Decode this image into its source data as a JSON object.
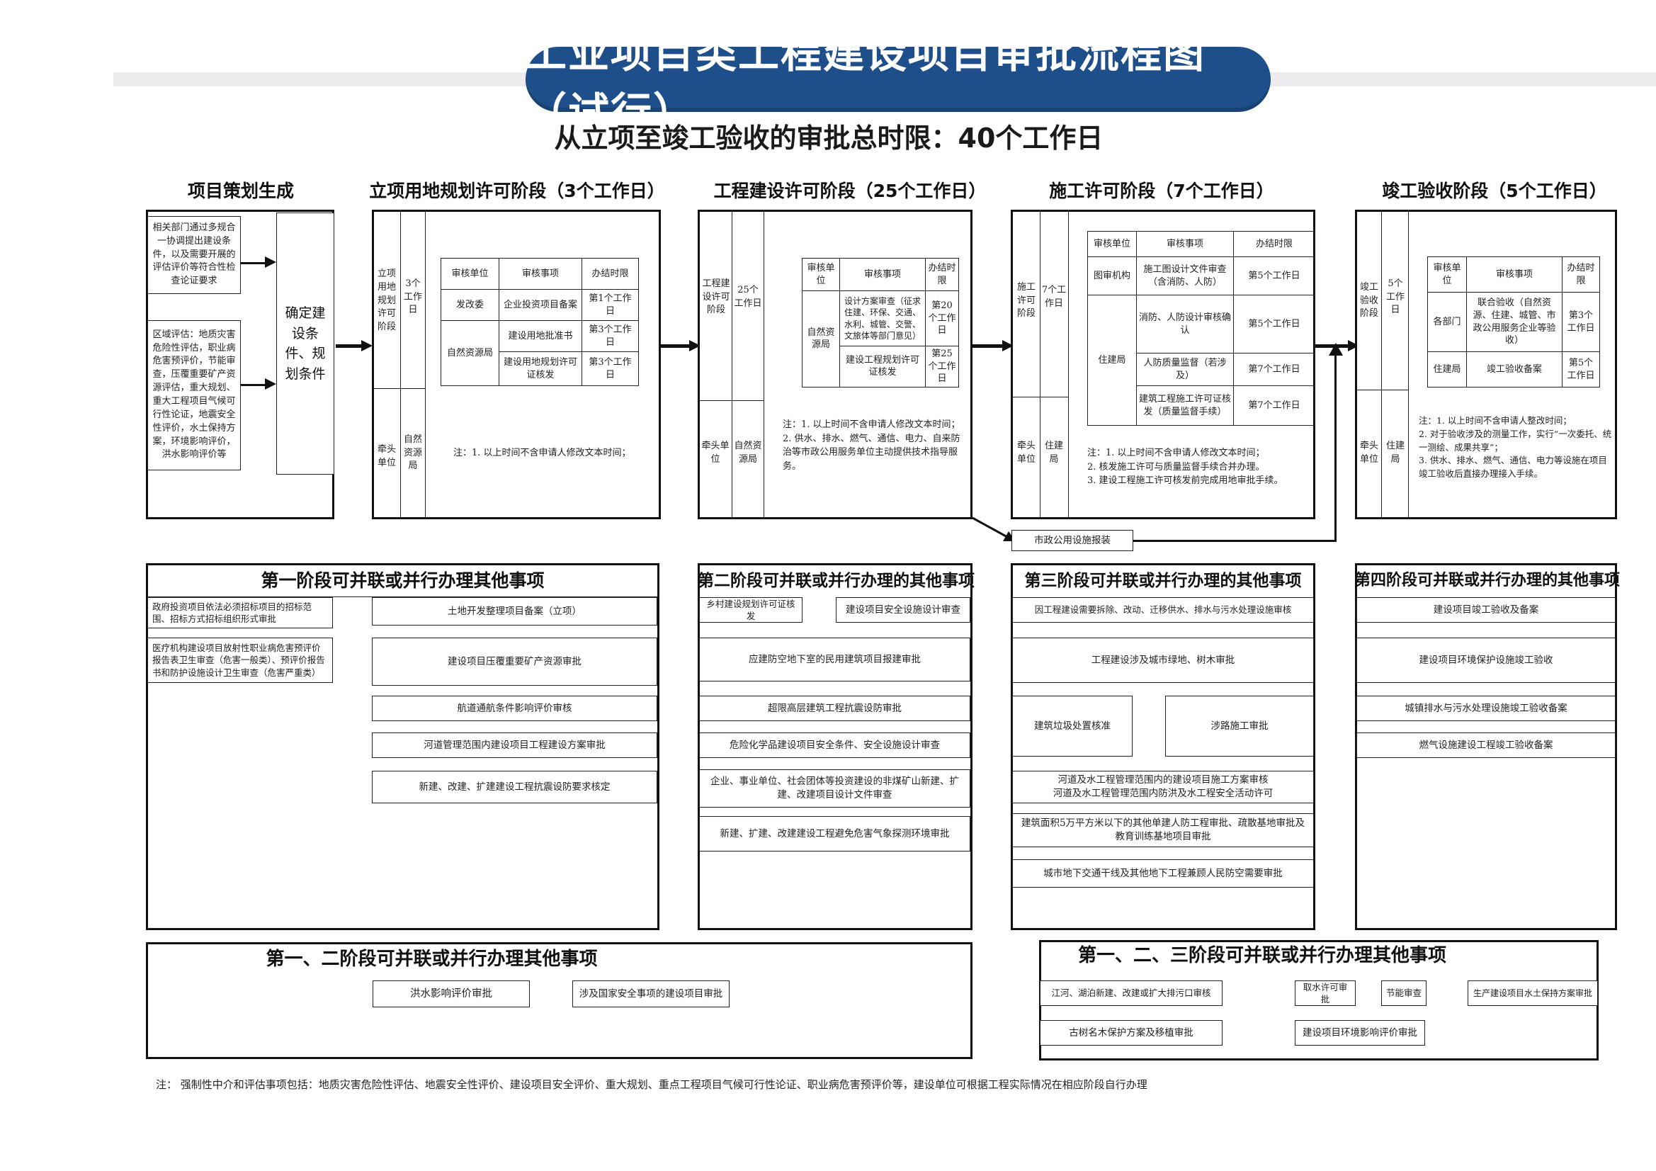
{
  "title": "工业项目类工程建设项目审批流程图（试行）",
  "subtitle": "从立项至竣工验收的审批总时限：40个工作日",
  "stages": {
    "s0": "项目策划生成",
    "s1": "立项用地规划许可阶段（3个工作日）",
    "s2": "工程建设许可阶段（25个工作日）",
    "s3": "施工许可阶段（7个工作日）",
    "s4": "竣工验收阶段（5个工作日）"
  },
  "plan": {
    "box1": "相关部门通过多规合一协调提出建设条件，以及需要开展的评估评价等符合性检查论证要求",
    "box2": "区域评估：地质灾害危险性评估，职业病危害预评价，节能审查，压覆重要矿产资源评估，重大规划、重大工程项目气候可行性论证，地震安全性评价，水土保持方案，环境影响评价，洪水影响评价等",
    "decide": "确定建设条件、规划条件"
  },
  "p1": {
    "side_stage": "立项用地规划许可阶段",
    "side_days": "3个工作日",
    "lead_label": "牵头单位",
    "lead_unit": "自然资源局",
    "headers": [
      "审核单位",
      "审核事项",
      "办结时限"
    ],
    "rows": [
      {
        "unit": "发改委",
        "item": "企业投资项目备案",
        "limit": "第1个工作日"
      },
      {
        "unit": "自然资源局",
        "item": "建设用地批准书",
        "limit": "第3个工作日"
      },
      {
        "unit": "",
        "item": "建设用地规划许可证核发",
        "limit": "第3个工作日"
      }
    ],
    "note": "注：1. 以上时间不含申请人修改文本时间；"
  },
  "p2": {
    "side_stage": "工程建设许可阶段",
    "side_days": "25个工作日",
    "lead_label": "牵头单位",
    "lead_unit": "自然资源局",
    "headers": [
      "审核单位",
      "审核事项",
      "办结时限"
    ],
    "unit": "自然资源局",
    "rows": [
      {
        "item": "设计方案审查（征求住建、环保、交通、水利、城管、交警、文旅体等部门意见）",
        "limit": "第20个工作日"
      },
      {
        "item": "建设工程规划许可证核发",
        "limit": "第25个工作日"
      }
    ],
    "note": "注：1. 以上时间不含申请人修改文本时间；\n2. 供水、排水、燃气、通信、电力、自来防治等市政公用服务单位主动提供技术指导服务。"
  },
  "p3": {
    "side_stage": "施工许可阶段",
    "side_days": "7个工作日",
    "lead_label": "牵头单位",
    "lead_unit": "住建局",
    "headers": [
      "审核单位",
      "审核事项",
      "办结时限"
    ],
    "rows": [
      {
        "unit": "图审机构",
        "item": "施工图设计文件审查（含消防、人防）",
        "limit": "第5个工作日"
      },
      {
        "unit": "住建局",
        "item": "消防、人防设计审核确认",
        "limit": "第5个工作日"
      },
      {
        "unit": "",
        "item": "人防质量监督（若涉及）",
        "limit": "第7个工作日"
      },
      {
        "unit": "",
        "item": "建筑工程施工许可证核发（质量监督手续）",
        "limit": "第7个工作日"
      }
    ],
    "note": "注：1. 以上时间不含申请人修改文本时间；\n2. 核发施工许可与质量监督手续合并办理。\n3. 建设工程施工许可核发前完成用地审批手续。",
    "municipal": "市政公用设施报装"
  },
  "p4": {
    "side_stage": "竣工验收阶段",
    "side_days": "5个工作日",
    "lead_label": "牵头单位",
    "lead_unit": "住建局",
    "headers": [
      "审核单位",
      "审核事项",
      "办结时限"
    ],
    "rows": [
      {
        "unit": "各部门",
        "item": "联合验收（自然资源、住建、城管、市政公用服务企业等验收）",
        "limit": "第3个工作日"
      },
      {
        "unit": "住建局",
        "item": "竣工验收备案",
        "limit": "第5个工作日"
      }
    ],
    "note": "注：1. 以上时间不含申请人整改时间；\n2. 对于验收涉及的测量工作，实行“一次委托、统一测绘、成果共享”；\n3. 供水、排水、燃气、通信、电力等设施在项目竣工验收后直接办理接入手续。"
  },
  "parallel1": {
    "title": "第一阶段可并联或并行办理其他事项",
    "left": [
      "政府投资项目依法必须招标项目的招标范围、招标方式招标组织形式审批",
      "医疗机构建设项目放射性职业病危害预评价报告表卫生审查（危害一般类）、预评价报告书和防护设施设计卫生审查（危害严重类）"
    ],
    "right": [
      "土地开发整理项目备案（立项）",
      "建设项目压覆重要矿产资源审批",
      "航道通航条件影响评价审核",
      "河道管理范围内建设项目工程建设方案审批",
      "新建、改建、扩建建设工程抗震设防要求核定"
    ]
  },
  "parallel2": {
    "title": "第二阶段可并联或并行办理的其他事项",
    "row0": [
      "乡村建设规划许可证核发",
      "建设项目安全设施设计审查"
    ],
    "items": [
      "应建防空地下室的民用建筑项目报建审批",
      "超限高层建筑工程抗震设防审批",
      "危险化学品建设项目安全条件、安全设施设计审查",
      "企业、事业单位、社会团体等投资建设的非煤矿山新建、扩建、改建项目设计文件审查",
      "新建、扩建、改建建设工程避免危害气象探测环境审批"
    ]
  },
  "parallel3": {
    "title": "第三阶段可并联或并行办理的其他事项",
    "items": [
      "因工程建设需要拆除、改动、迁移供水、排水与污水处理设施审核",
      "工程建设涉及城市绿地、树木审批"
    ],
    "pair": [
      "建筑垃圾处置核准",
      "涉路施工审批"
    ],
    "items2": [
      "河道及水工程管理范围内的建设项目施工方案审核\n河道及水工程管理范围内防洪及水工程安全活动许可",
      "建筑面积5万平方米以下的其他单建人防工程审批、疏散基地审批及教育训练基地项目审批",
      "城市地下交通干线及其他地下工程兼顾人民防空需要审批"
    ]
  },
  "parallel4": {
    "title": "第四阶段可并联或并行办理的其他事项",
    "items": [
      "建设项目竣工验收及备案",
      "建设项目环境保护设施竣工验收",
      "城镇排水与污水处理设施竣工验收备案",
      "燃气设施建设工程竣工验收备案"
    ]
  },
  "parallel12": {
    "title": "第一、二阶段可并联或并行办理其他事项",
    "items": [
      "洪水影响评价审批",
      "涉及国家安全事项的建设项目审批"
    ]
  },
  "parallel123": {
    "title": "第一、二、三阶段可并联或并行办理其他事项",
    "row1": [
      "江河、湖泊新建、改建或扩大排污口审核",
      "取水许可审批",
      "节能审查",
      "生产建设项目水土保持方案审批"
    ],
    "row2": [
      "古树名木保护方案及移植审批",
      "建设项目环境影响评价审批"
    ]
  },
  "footnote": "注：  强制性中介和评估事项包括：地质灾害危险性评估、地震安全性评价、建设项目安全评价、重大规划、重点工程项目气候可行性论证、职业病危害预评价等，建设单位可根据工程实际情况在相应阶段自行办理"
}
